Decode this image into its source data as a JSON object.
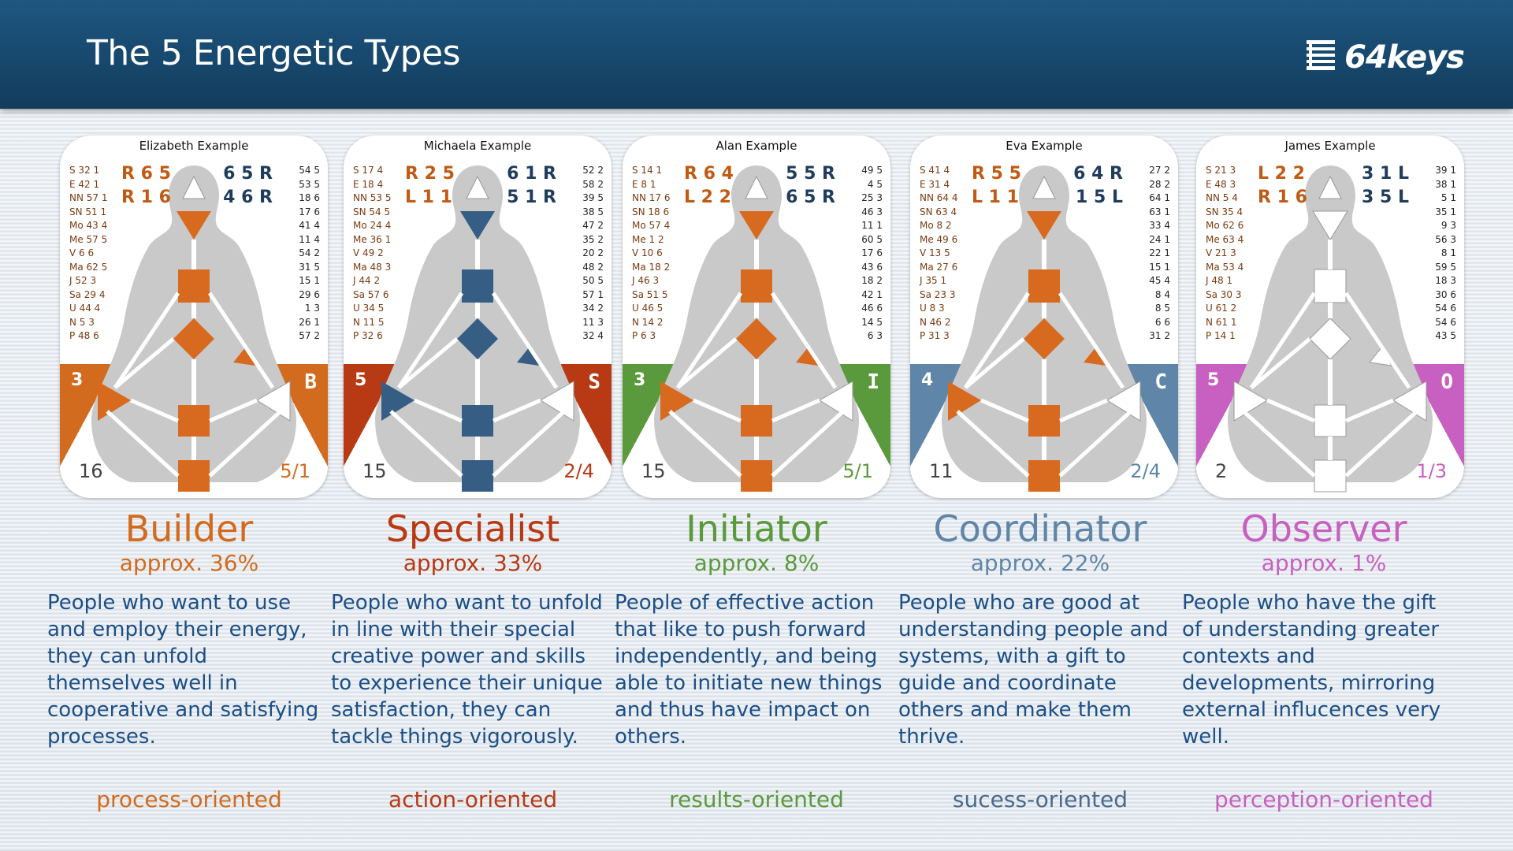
{
  "header": {
    "title": "The 5 Energetic Types",
    "logo_text": "64keys"
  },
  "types": [
    {
      "example": "Elizabeth Example",
      "name": "Builder",
      "percent": "approx. 36%",
      "description": "People who want to use and employ their energy, they can unfold themselves well in cooperative and satisfying processes.",
      "orientation": "process-oriented",
      "color": "#d26b1e",
      "center_color": "#d86a1f",
      "authority_left": "3",
      "authority_right": "B",
      "bottom_left": "16",
      "bottom_right": "5/1",
      "left_col": [
        "S 32 1",
        "E 42 1",
        "NN 57 1",
        "SN 51 1",
        "Mo 43 4",
        "Me 57 5",
        "V 6 6",
        "Ma 62 5",
        "J 52 3",
        "Sa 29 4",
        "U 44 4",
        "N 5 3",
        "P 48 6"
      ],
      "right_col": [
        "54 5",
        "53 5",
        "18 6",
        "17 6",
        "41 4",
        "11 4",
        "54 2",
        "31 5",
        "15 1",
        "29 6",
        "1 3",
        "26 1",
        "57 2"
      ],
      "arrows_left": [
        "R 6 5",
        "R 1 6"
      ],
      "arrows_right": [
        "6 5 R",
        "4 6 R"
      ]
    },
    {
      "example": "Michaela Example",
      "name": "Specialist",
      "percent": "approx. 33%",
      "description": "People who want to unfold in line with their special creative power and skills to experience their unique satisfaction, they can tackle things vigorously.",
      "orientation": "action-oriented",
      "color": "#b83a14",
      "center_color": "#365e84",
      "authority_left": "5",
      "authority_right": "S",
      "bottom_left": "15",
      "bottom_right": "2/4",
      "left_col": [
        "S 17 4",
        "E 18 4",
        "NN 53 5",
        "SN 54 5",
        "Mo 24 4",
        "Me 36 1",
        "V 49 2",
        "Ma 48 3",
        "J 44 2",
        "Sa 57 6",
        "U 34 5",
        "N 11 5",
        "P 32 6"
      ],
      "right_col": [
        "52 2",
        "58 2",
        "39 5",
        "38 5",
        "47 2",
        "35 2",
        "20 2",
        "48 2",
        "50 5",
        "57 1",
        "34 2",
        "11 3",
        "32 4"
      ],
      "arrows_left": [
        "R 2 5",
        "L 1 1"
      ],
      "arrows_right": [
        "6 1 R",
        "5 1 R"
      ]
    },
    {
      "example": "Alan Example",
      "name": "Initiator",
      "percent": "approx. 8%",
      "description": "People of effective action that like to push forward independently, and being able to initiate new things and thus have impact on others.",
      "orientation": "results-oriented",
      "color": "#5a9a3c",
      "center_color": "#d86a1f",
      "authority_left": "3",
      "authority_right": "I",
      "bottom_left": "15",
      "bottom_right": "5/1",
      "left_col": [
        "S 14 1",
        "E 8 1",
        "NN 17 6",
        "SN 18 6",
        "Mo 57 4",
        "Me 1 2",
        "V 10 6",
        "Ma 18 2",
        "J 46 3",
        "Sa 51 5",
        "U 46 5",
        "N 14 2",
        "P 6 3"
      ],
      "right_col": [
        "49 5",
        "4 5",
        "25 3",
        "46 3",
        "11 1",
        "60 5",
        "17 6",
        "43 6",
        "18 2",
        "42 1",
        "46 6",
        "14 5",
        "6 3"
      ],
      "arrows_left": [
        "R 6 4",
        "L 2 2"
      ],
      "arrows_right": [
        "5 5 R",
        "6 5 R"
      ]
    },
    {
      "example": "Eva Example",
      "name": "Coordinator",
      "percent": "approx. 22%",
      "description": "People who are good at understanding people and systems, with a gift to guide and coordinate others and make them thrive.",
      "orientation": "sucess-oriented",
      "color": "#5f86a8",
      "center_color": "#d86a1f",
      "authority_left": "4",
      "authority_right": "C",
      "bottom_left": "11",
      "bottom_right": "2/4",
      "left_col": [
        "S 41 4",
        "E 31 4",
        "NN 64 4",
        "SN 63 4",
        "Mo 8 2",
        "Me 49 6",
        "V 13 5",
        "Ma 27 6",
        "J 35 1",
        "Sa 23 3",
        "U 8 3",
        "N 46 2",
        "P 31 3"
      ],
      "right_col": [
        "27 2",
        "28 2",
        "64 1",
        "63 1",
        "33 4",
        "24 1",
        "22 1",
        "15 1",
        "45 4",
        "8 4",
        "8 5",
        "6 6",
        "31 2"
      ],
      "arrows_left": [
        "R 5 5",
        "L 1 1"
      ],
      "arrows_right": [
        "6 4 R",
        "1 5 L"
      ]
    },
    {
      "example": "James Example",
      "name": "Observer",
      "percent": "approx. 1%",
      "description": "People who have the gift of understanding greater contexts and developments, mirroring external influcences very well.",
      "orientation": "perception-oriented",
      "color": "#c760c0",
      "center_color": "#ffffff",
      "authority_left": "5",
      "authority_right": "O",
      "bottom_left": "2",
      "bottom_right": "1/3",
      "left_col": [
        "S 21 3",
        "E 48 3",
        "NN 5 4",
        "SN 35 4",
        "Mo 62 6",
        "Me 63 4",
        "V 21 3",
        "Ma 53 4",
        "J 48 1",
        "Sa 30 3",
        "U 61 2",
        "N 61 1",
        "P 14 1"
      ],
      "right_col": [
        "39 1",
        "38 1",
        "5 1",
        "35 1",
        "9 3",
        "56 3",
        "8 1",
        "59 5",
        "18 3",
        "30 6",
        "54 6",
        "54 6",
        "43 5"
      ],
      "arrows_left": [
        "L 2 2",
        "R 1 6"
      ],
      "arrows_right": [
        "3 1 L",
        "3 5 L"
      ]
    }
  ]
}
